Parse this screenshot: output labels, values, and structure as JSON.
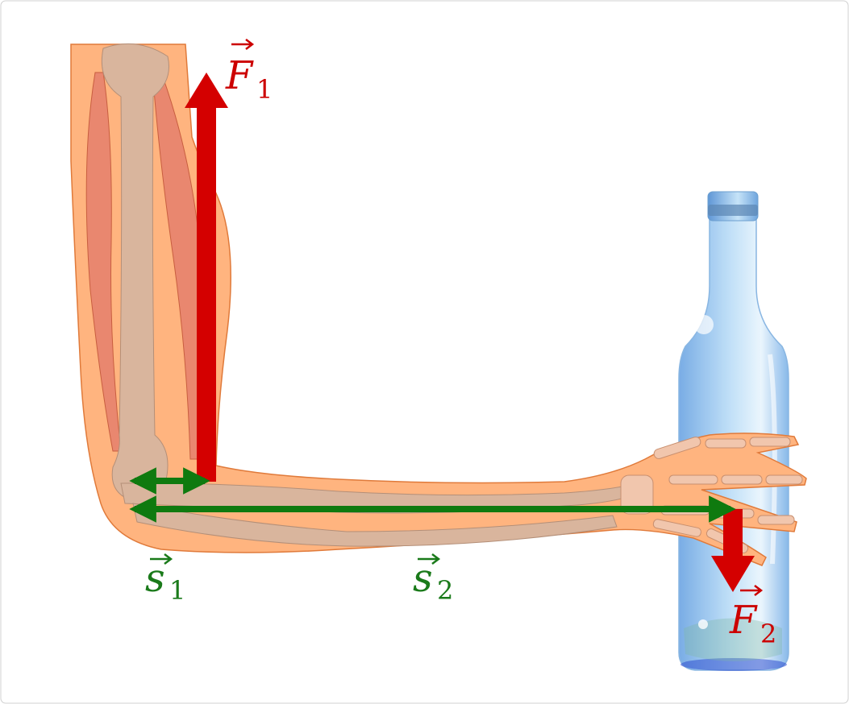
{
  "labels": {
    "f1": {
      "symbol": "F",
      "sub": "1"
    },
    "f2": {
      "symbol": "F",
      "sub": "2"
    },
    "s1": {
      "symbol": "s",
      "sub": "1"
    },
    "s2": {
      "symbol": "s",
      "sub": "2"
    }
  },
  "colors": {
    "force": "#d40000",
    "lever": "#0f7a0f",
    "skin": "#ffb07f",
    "bone": "#d8b49c",
    "muscle": "#e9876f",
    "bottle": "#9cc8f0"
  },
  "icons": {
    "arm": "arm-skeleton-illustration",
    "bottle": "glass-bottle-illustration"
  }
}
